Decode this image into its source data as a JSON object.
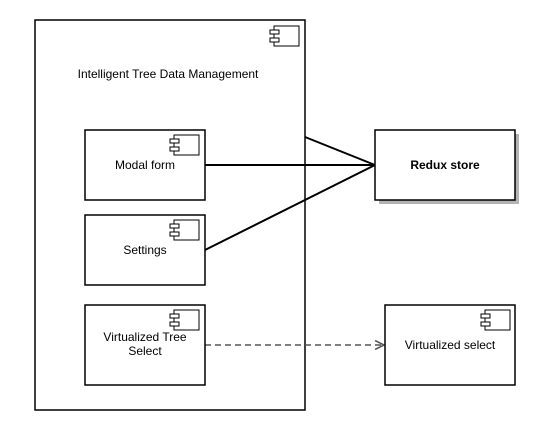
{
  "diagram": {
    "container": {
      "title": "Intelligent Tree Data Management"
    },
    "components": {
      "modal_form": {
        "label": "Modal form"
      },
      "settings": {
        "label": "Settings"
      },
      "virtualized_tree_select": {
        "label_line1": "Virtualized Tree",
        "label_line2": "Select"
      },
      "redux_store": {
        "label": "Redux store"
      },
      "virtualized_select": {
        "label": "Virtualized select"
      }
    },
    "colors": {
      "stroke": "#000000",
      "shadow": "#b3b3b3",
      "dashed_connector": "#555555"
    }
  }
}
